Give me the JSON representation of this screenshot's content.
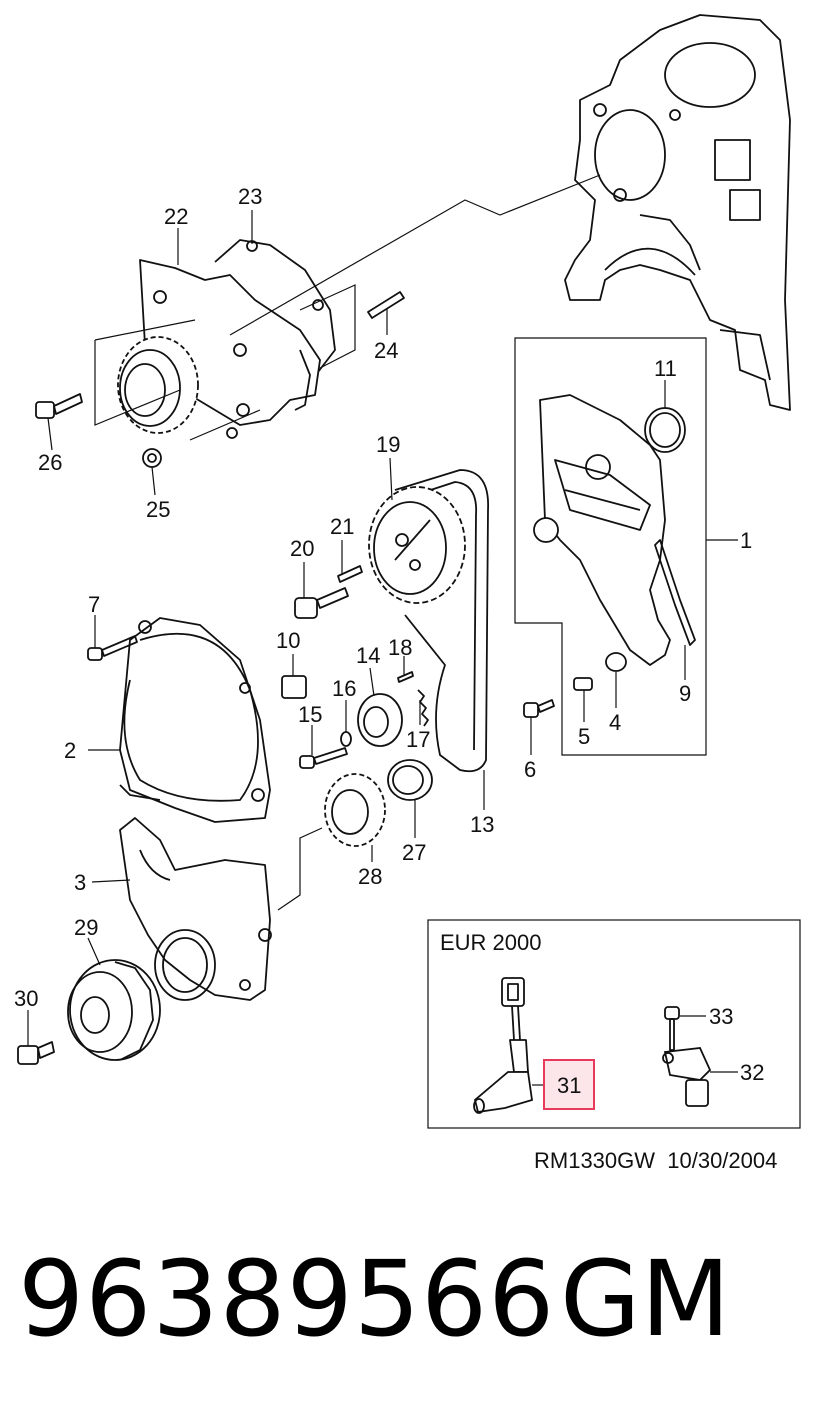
{
  "callouts": {
    "c1": "1",
    "c2": "2",
    "c3": "3",
    "c4": "4",
    "c5": "5",
    "c6": "6",
    "c7": "7",
    "c9": "9",
    "c10": "10",
    "c11": "11",
    "c13": "13",
    "c14": "14",
    "c15": "15",
    "c16": "16",
    "c17": "17",
    "c18": "18",
    "c19": "19",
    "c20": "20",
    "c21": "21",
    "c22": "22",
    "c23": "23",
    "c24": "24",
    "c25": "25",
    "c26": "26",
    "c27": "27",
    "c28": "28",
    "c29": "29",
    "c30": "30",
    "c31": "31",
    "c32": "32",
    "c33": "33"
  },
  "inset": {
    "title": "EUR 2000",
    "highlight_color": "#e83a5a"
  },
  "footer": {
    "reference": "RM1330GW  10/30/2004"
  },
  "product": {
    "part_number": "96389566",
    "brand": "GM"
  }
}
